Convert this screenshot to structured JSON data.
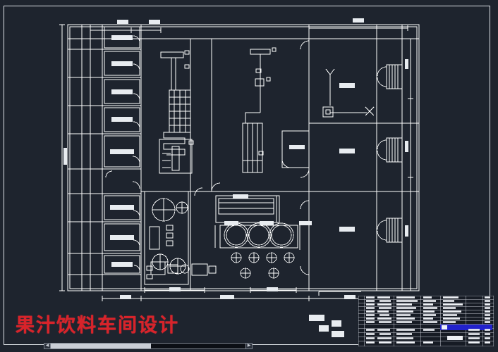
{
  "app": {
    "background_color": "#1e242e",
    "drawing_color": "#ffffff",
    "accent_color": "#d8232a",
    "selection_color": "#2222cc"
  },
  "drawing": {
    "title_label": "果汁饮料车间设计",
    "kind": "cad-floor-plan",
    "border_frame": true
  },
  "title_block": {
    "rows": 14,
    "columns": 6,
    "selected_row_index": 8,
    "selected_row_color": "#2222cc",
    "note": "equipment schedule / title block, text not legible at this resolution"
  },
  "scrollbar": {
    "left_arrow": "◀",
    "right_arrow": "▶",
    "thumb_position": 0.28
  },
  "plan_labels": {
    "dimension_strings": [
      "",
      "",
      "",
      "",
      "",
      "",
      "",
      "",
      "",
      "",
      "",
      ""
    ],
    "room_tags": [
      "",
      "",
      "",
      "",
      "",
      "",
      "",
      "",
      "",
      ""
    ]
  }
}
